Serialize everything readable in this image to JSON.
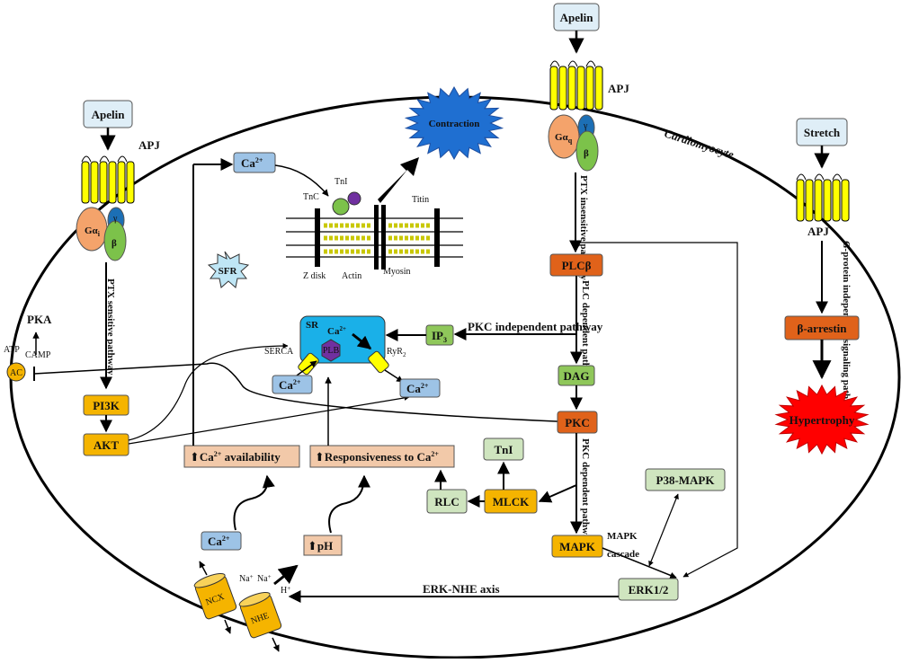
{
  "cell": {
    "label": "Cardiomyocyte"
  },
  "colors": {
    "orange": "#f5b400",
    "dark_orange": "#e0621a",
    "peach": "#f2c9a9",
    "light_green": "#cfe5bf",
    "green": "#8fc75a",
    "blue": "#9dc3e6",
    "cyan": "#1ab0e8",
    "yellow": "#ffff00",
    "red": "#ff0000",
    "contraction_blue": "#1f6fd1"
  },
  "ligands": {
    "apelin_left": "Apelin",
    "apelin_top": "Apelin",
    "stretch": "Stretch"
  },
  "receptors": {
    "apj_left": "APJ",
    "apj_top": "APJ",
    "apj_right": "APJ"
  },
  "g_proteins": {
    "galpha_i": "Gα",
    "galpha_i_sub": "i",
    "galpha_q": "Gα",
    "galpha_q_sub": "q",
    "beta": "β",
    "gamma": "γ"
  },
  "pathways": {
    "ptx_sensitive": "PTX sensitive pathway",
    "ptx_insensitive": "PTX insensitive pathway",
    "plc_dependent": "PLC dependent pathway",
    "pkc_independent": "PKC independent pathway",
    "pkc_dependent": "PKC dependent pathway",
    "g_protein_independent": "G-protein independent signaling pathway",
    "mapk_cascade": "MAPK cascade",
    "erk_nhe_axis": "ERK-NHE axis"
  },
  "nodes": {
    "pka": "PKA",
    "atp": "ATP",
    "camp": "CAMP",
    "ac": "AC",
    "pi3k": "PI3K",
    "akt": "AKT",
    "plcb": "PLCβ",
    "ip3": "IP",
    "ip3_sub": "3",
    "dag": "DAG",
    "pkc": "PKC",
    "mapk": "MAPK",
    "erk": "ERK1/2",
    "p38": "P38-MAPK",
    "mlck": "MLCK",
    "rlc": "RLC",
    "tni": "TnI",
    "beta_arrestin": "β-arrestin",
    "hypertrophy": "Hypertrophy",
    "contraction": "Contraction",
    "sfr": "SFR",
    "ca_top": "Ca",
    "ca_serca": "Ca",
    "ca_ryr": "Ca",
    "ca_bottom": "Ca",
    "ca_sup": "2+",
    "ca_availability": "Ca",
    "ca_availability_tail": " availability",
    "responsiveness": "Responsiveness to Ca",
    "ph": "pH"
  },
  "sr": {
    "label": "SR",
    "ca": "Ca",
    "ca_sup": "2+",
    "serca": "SERCA",
    "plb": "PLB",
    "ryr": "RyR",
    "ryr_sub": "2"
  },
  "sarcomere": {
    "tnc": "TnC",
    "tni": "TnI",
    "titin": "Titin",
    "z_disk": "Z disk",
    "actin": "Actin",
    "myosin": "Myosin"
  },
  "transporters": {
    "ncx": "NCX",
    "nhe": "NHE",
    "na1": "Na",
    "na2": "Na",
    "na_sup": "+",
    "h": "H",
    "h_sup": "+"
  }
}
